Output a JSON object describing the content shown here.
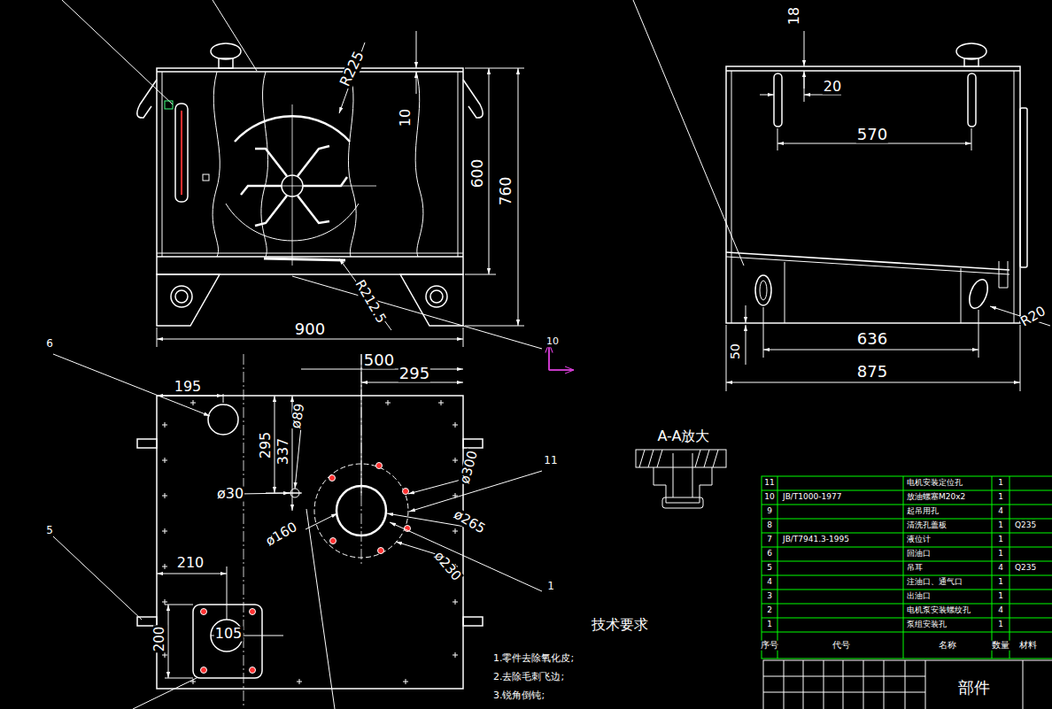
{
  "diagram": {
    "labels": [
      "R225",
      "10",
      "600",
      "760",
      "900",
      "R212.5",
      "10",
      "18",
      "20",
      "570",
      "50",
      "636",
      "875",
      "R20",
      "500",
      "295",
      "195",
      "295",
      "337",
      "ø89",
      "ø30",
      "ø300",
      "ø265",
      "ø160",
      "ø230",
      "210",
      "200",
      "105",
      "6",
      "5",
      "11",
      "1",
      "A-A放大",
      "技术要求",
      "1.零件去除氧化皮;",
      "2.去除毛刺飞边;",
      "3.锐角倒钝;",
      "11",
      "电机安装定位孔",
      "1",
      "10",
      "JB/T1000-1977",
      "放油螺塞M20x2",
      "1",
      "9",
      "起吊用孔",
      "4",
      "8",
      "清洗孔盖板",
      "1",
      "Q235",
      "7",
      "JB/T7941.3-1995",
      "液位计",
      "1",
      "6",
      "回油口",
      "1",
      "5",
      "吊耳",
      "4",
      "Q235",
      "4",
      "注油口、通气口",
      "1",
      "3",
      "出油口",
      "1",
      "2",
      "电机泵安装螺纹孔",
      "4",
      "1",
      "泵组安装孔",
      "1",
      "序号",
      "代号",
      "名称",
      "数量",
      "材料",
      "部件"
    ]
  }
}
